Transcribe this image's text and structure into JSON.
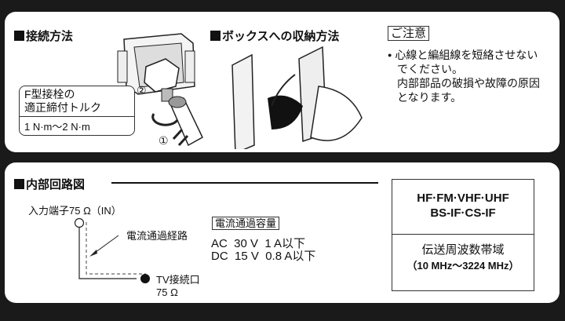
{
  "connection": {
    "title": "接続方法",
    "torque_label_line1": "F型接栓の",
    "torque_label_line2": "適正締付トルク",
    "torque_value": "1 N·m〜2 N·m",
    "step1": "①",
    "step2": "②"
  },
  "storage": {
    "title": "ボックスへの収納方法"
  },
  "caution": {
    "title": "ご注意",
    "lines": [
      "心線と編組線を短絡させない",
      "でください。",
      "内部部品の破損や故障の原因",
      "となります。"
    ]
  },
  "circuit": {
    "title": "内部回路図",
    "input_label": "入力端子75 Ω（IN）",
    "path_label": "電流通過経路",
    "output_label_line1": "TV接続口",
    "output_label_line2": "75 Ω",
    "capacity_title": "電流通過容量",
    "capacity_ac": "AC  30 V  1 A以下",
    "capacity_dc": "DC  15 V  0.8 A以下"
  },
  "spec": {
    "bands_line1": "HF·FM·VHF·UHF",
    "bands_line2": "BS-IF·CS-IF",
    "freq_title": "伝送周波数帯域",
    "freq_range": "（10 MHz〜3224 MHz）"
  }
}
